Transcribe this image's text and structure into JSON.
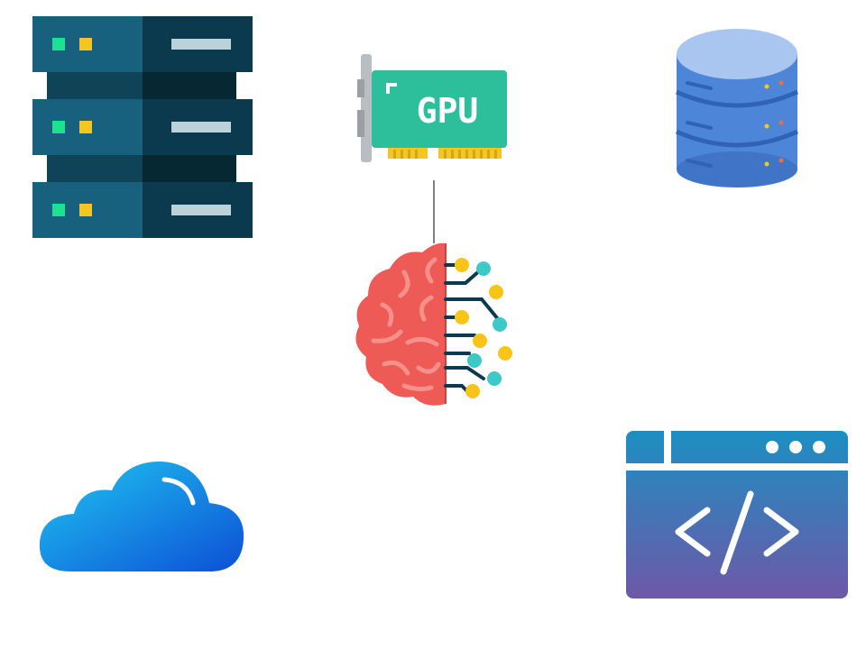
{
  "nodes": {
    "server": {
      "icon": "server-rack-icon"
    },
    "gpu": {
      "icon": "gpu-card-icon",
      "label": "GPU"
    },
    "database": {
      "icon": "database-icon"
    },
    "brain": {
      "icon": "ai-brain-icon"
    },
    "cloud": {
      "icon": "cloud-icon"
    },
    "code_window": {
      "icon": "code-window-icon"
    }
  },
  "edges": [
    {
      "from": "gpu",
      "to": "brain"
    }
  ],
  "colors": {
    "server_dark": "#0b3a4f",
    "server_panel": "#17607e",
    "gpu_board": "#2dbf9b",
    "gpu_bracket": "#b9bec2",
    "gpu_pins": "#f3c623",
    "database_blue": "#4d86d9",
    "database_top": "#a9c6f0",
    "brain_red": "#ee5b56",
    "circuit_yellow": "#f7c518",
    "circuit_teal": "#3ec8c8",
    "cloud_light": "#1fc7f0",
    "cloud_dark": "#0d4fd6",
    "code_top": "#1c8fc2",
    "code_bottom": "#6e58a8"
  }
}
